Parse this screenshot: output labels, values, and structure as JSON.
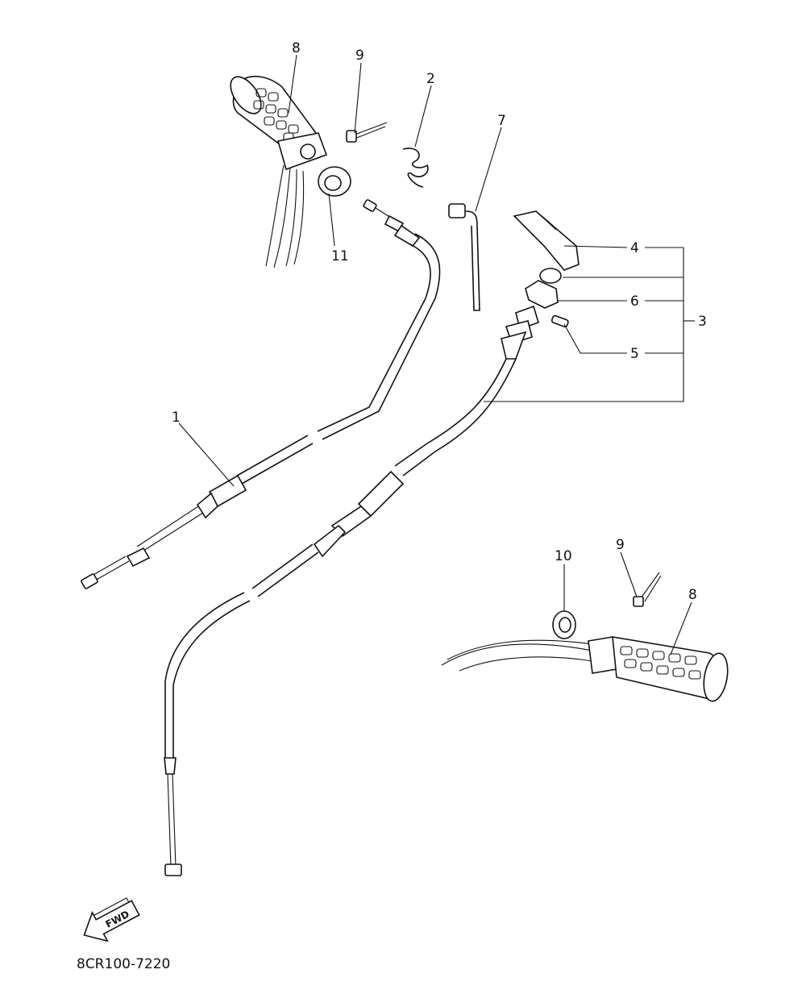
{
  "diagram": {
    "callouts": {
      "c1": "1",
      "c2": "2",
      "c3": "3",
      "c4": "4",
      "c5": "5",
      "c6": "6",
      "c7": "7",
      "c8_top": "8",
      "c8_bottom": "8",
      "c9_top": "9",
      "c9_bottom": "9",
      "c10": "10",
      "c11": "11"
    },
    "fwd_label": "FWD",
    "diagram_code": "8CR100-7220"
  }
}
